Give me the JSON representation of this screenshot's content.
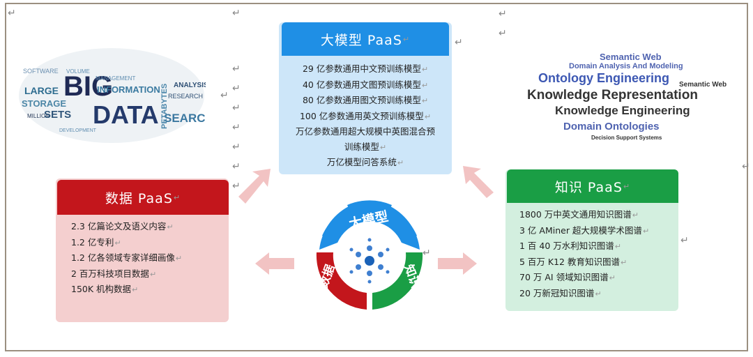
{
  "top_panel": {
    "title": "大模型 PaaS",
    "items": [
      "29 亿参数通用中文预训练模型",
      "40 亿参数通用文图预训练模型",
      "80 亿参数通用图文预训练模型",
      "100 亿参数通用英文预训练模型",
      "万亿参数通用超大规模中英图混合预训练模型",
      "万亿模型问答系统"
    ]
  },
  "left_panel": {
    "title": "数据 PaaS",
    "items": [
      "2.3 亿篇论文及语义内容",
      "1.2 亿专利",
      "1.2 亿各领域专家详细画像",
      "2 百万科技项目数据",
      "150K 机构数据"
    ]
  },
  "right_panel": {
    "title": "知识 PaaS",
    "items": [
      "1800 万中英文通用知识图谱",
      "3 亿 AMiner 超大规模学术图谱",
      "1 百 40 万水利知识图谱",
      "5 百万 K12 教育知识图谱",
      "70 万 AI 领域知识图谱",
      "20 万新冠知识图谱"
    ]
  },
  "center": {
    "top_label": "大模型",
    "left_label": "数据",
    "right_label": "知识"
  },
  "bigdata_cloud": {
    "words": [
      "BIG",
      "DATA",
      "INFORMATION",
      "LARGE",
      "STORAGE",
      "SETS",
      "SEARCH",
      "SOFTWARE",
      "ANALYSIS",
      "PETABYTES",
      "RESEARCH",
      "MANAGEMENT",
      "VOLUME",
      "DEVELOPMENT",
      "MILLION"
    ]
  },
  "knowledge_cloud": {
    "words": [
      "Semantic Web",
      "Domain Analysis And Modeling",
      "Ontology Engineering",
      "Semantic Web",
      "Knowledge Representation",
      "Knowledge Engineering",
      "Domain Ontologies",
      "Decision Support Systems"
    ]
  },
  "colors": {
    "top": "#1f8fe5",
    "left": "#c3161c",
    "right": "#1a9e45",
    "arrow": "#f2c3c3"
  },
  "return_mark": "↵"
}
